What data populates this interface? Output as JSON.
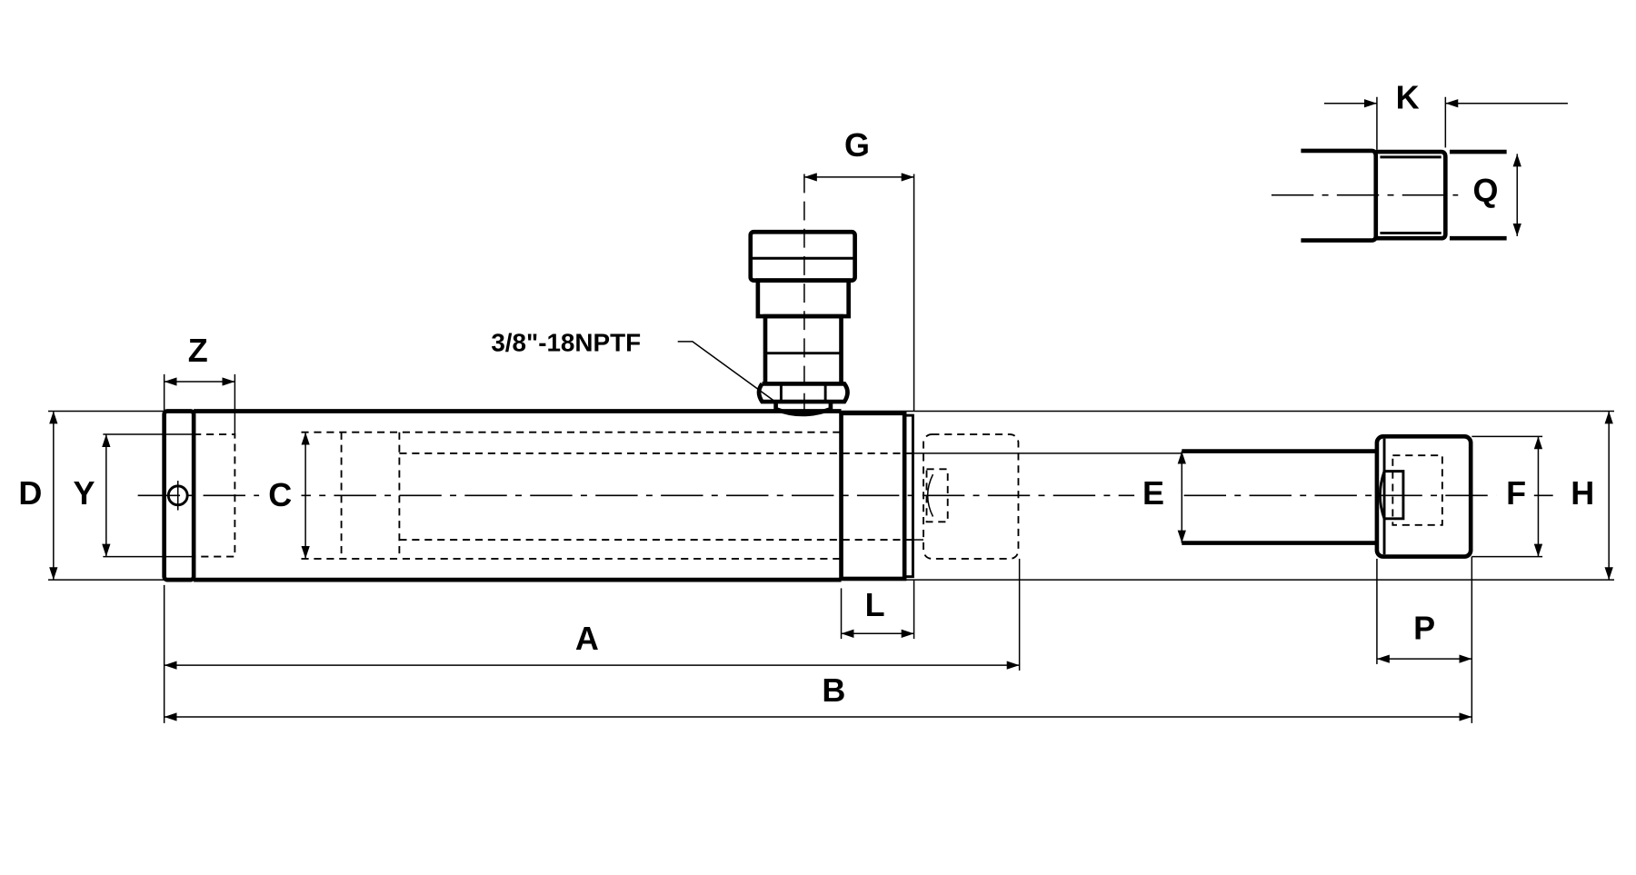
{
  "drawing": {
    "title": "Hydraulic cylinder dimension drawing",
    "port_note": "3/8\"-18NPTF",
    "dimension_labels": {
      "A": "A",
      "B": "B",
      "C": "C",
      "D": "D",
      "E": "E",
      "F": "F",
      "G": "G",
      "H": "H",
      "K": "K",
      "L": "L",
      "P": "P",
      "Q": "Q",
      "Y": "Y",
      "Z": "Z"
    },
    "line_color": "#000000",
    "background": "#ffffff"
  }
}
